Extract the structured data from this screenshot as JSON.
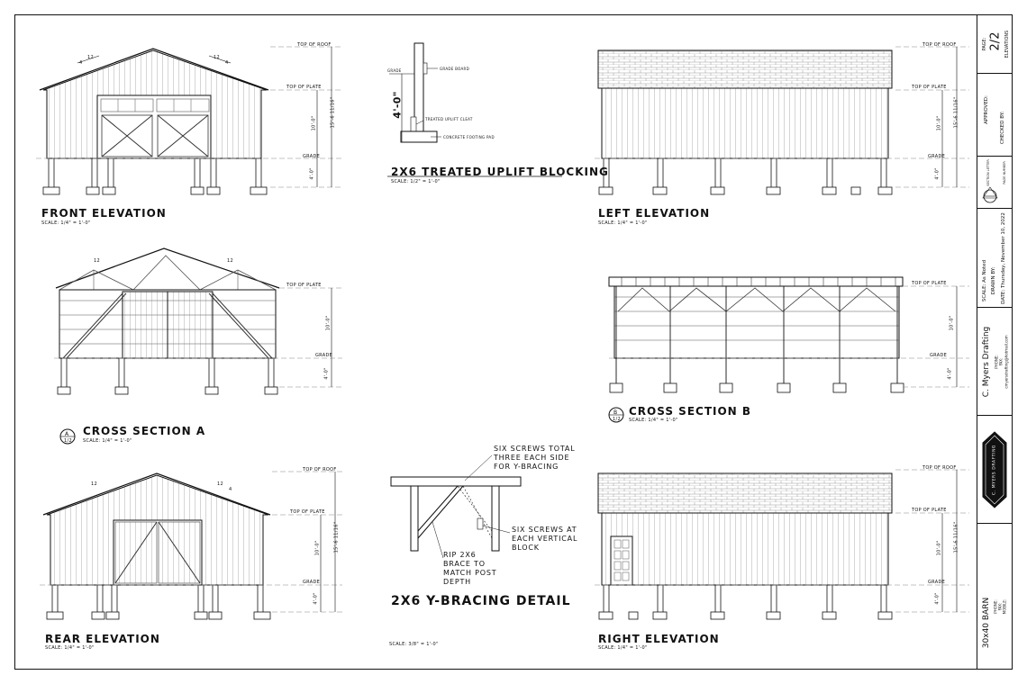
{
  "views": {
    "front": {
      "title": "FRONT ELEVATION",
      "scale": "SCALE: 1/4\" = 1'-0\""
    },
    "left": {
      "title": "LEFT ELEVATION",
      "scale": "SCALE: 1/4\" = 1'-0\""
    },
    "section_a": {
      "title": "CROSS SECTION A",
      "scale": "SCALE: 1/4\" = 1'-0\"",
      "tag_top": "A",
      "tag_bottom": "1/2"
    },
    "section_b": {
      "title": "CROSS SECTION B",
      "scale": "SCALE: 1/4\" = 1'-0\"",
      "tag_top": "B",
      "tag_bottom": "1/2"
    },
    "rear": {
      "title": "REAR ELEVATION",
      "scale": "SCALE: 1/4\" = 1'-0\""
    },
    "right": {
      "title": "RIGHT ELEVATION",
      "scale": "SCALE: 1/4\" = 1'-0\""
    },
    "uplift": {
      "title": "2X6 TREATED UPLIFT BLOCKING",
      "scale": "SCALE: 1/2\" = 1'-0\"",
      "dim": "4'-0\"",
      "grade": "GRADE",
      "grade_board": "GRADE BOARD",
      "cleat": "TREATED UPLIFT CLEAT",
      "pad": "CONCRETE FOOTING PAD"
    },
    "ybrace": {
      "title": "2X6 Y-BRACING DETAIL",
      "scale": "SCALE: 3/8\" = 1'-0\"",
      "note1": "SIX SCREWS TOTAL\nTHREE EACH SIDE\nFOR Y-BRACING",
      "note2": "SIX SCREWS AT\nEACH VERTICAL\nBLOCK",
      "note3": "RIP 2X6\nBRACE TO\nMATCH POST\nDEPTH"
    }
  },
  "levels": {
    "top_of_roof": "TOP OF ROOF",
    "top_of_plate": "TOP OF PLATE",
    "grade": "GRADE"
  },
  "dims": {
    "wall": "10'-0\"",
    "overall": "15'-6 11/16\"",
    "below": "4'-0\"",
    "pitch_run": "12",
    "pitch_rise": "4"
  },
  "title_block": {
    "page_label": "PAGE:",
    "page": "2/2",
    "sheet_name": "ELEVATIONS",
    "approved": "APPROVED:",
    "checked": "CHECKED BY:",
    "scale": "SCALE:  As Noted",
    "drawn": "DRAWN BY:",
    "date": "DATE:  Thursday, November 10, 2022",
    "company": "C. Myers Drafting",
    "phone": "PHONE:",
    "fax": "FAX:",
    "email": "cmyersdrafting@hotmail.com",
    "logo_text": "C. MYERS DRAFTING",
    "project": "30x40 BARN",
    "p_phone": "PHONE:",
    "p_fax": "FAX:",
    "p_mobile": "MOBILE:",
    "legend_a": "SECTION LETTER",
    "legend_b": "PAGE NUMBER"
  }
}
